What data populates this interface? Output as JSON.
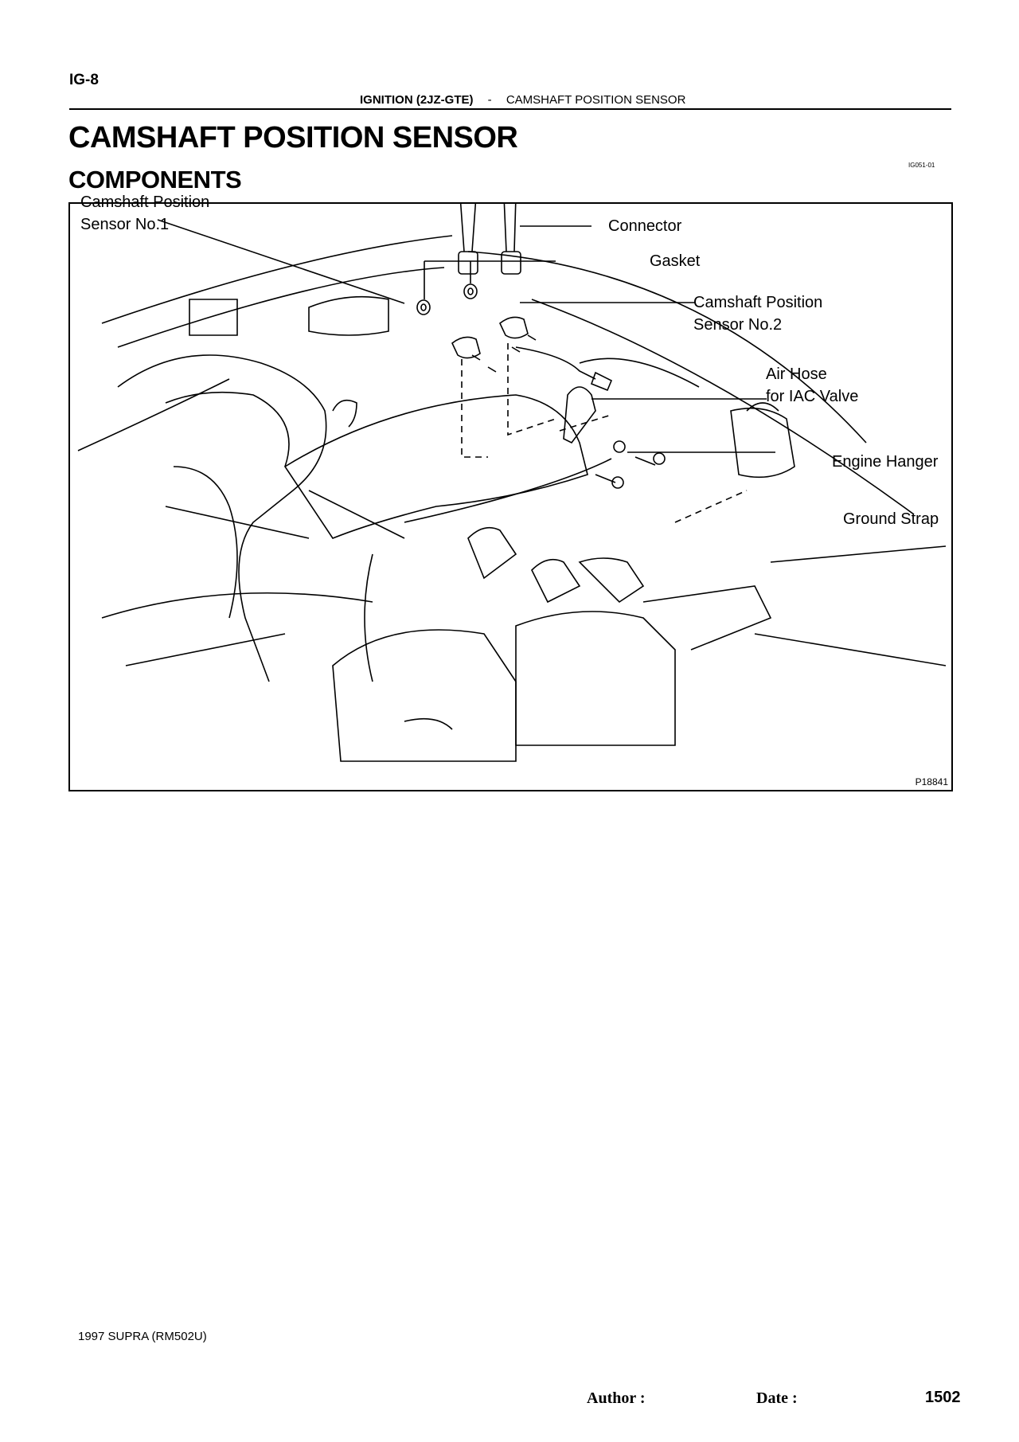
{
  "header": {
    "page_id": "IG-8",
    "section": "IGNITION (2JZ-GTE)",
    "separator": "-",
    "topic": "CAMSHAFT POSITION SENSOR"
  },
  "title": "CAMSHAFT POSITION SENSOR",
  "subtitle": "COMPONENTS",
  "doc_code": "IG051-01",
  "figure": {
    "id": "P18841",
    "labels": {
      "cmp1_line1": "Camshaft Position",
      "cmp1_line2": "Sensor No.1",
      "connector": "Connector",
      "gasket": "Gasket",
      "cmp2_line1": "Camshaft Position",
      "cmp2_line2": "Sensor No.2",
      "airhose_line1": "Air Hose",
      "airhose_line2": "for IAC Valve",
      "engine_hanger": "Engine Hanger",
      "ground_strap": "Ground Strap"
    }
  },
  "footer": {
    "model": "1997 SUPRA   (RM502U)",
    "author_label": "Author :",
    "date_label": "Date :",
    "page_number": "1502"
  }
}
